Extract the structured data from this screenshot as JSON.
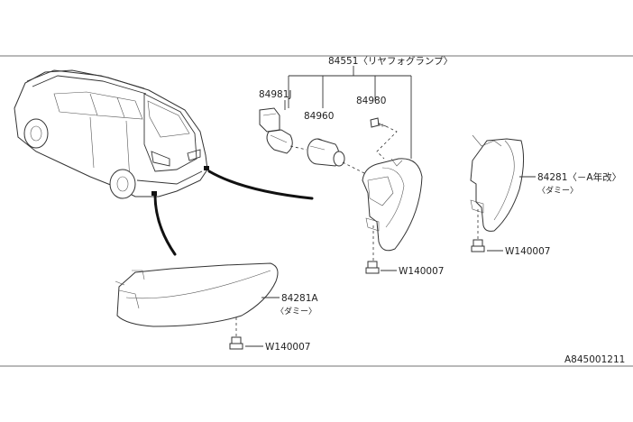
{
  "labels": {
    "main_assembly": "84551〈リヤフォグランプ〉",
    "socket": "84981J",
    "bulb": "84960",
    "screw": "84980",
    "dummy_right_part": "84281〈－A年改〉",
    "dummy_right_note": "〈ダミー〉",
    "dummy_left_part": "84281A",
    "dummy_left_note": "〈ダミー〉",
    "bolt_center": "W140007",
    "bolt_right": "W140007",
    "bolt_left": "W140007",
    "diagram_code": "A845001211"
  },
  "colors": {
    "line": "#333333",
    "background": "#ffffff"
  }
}
